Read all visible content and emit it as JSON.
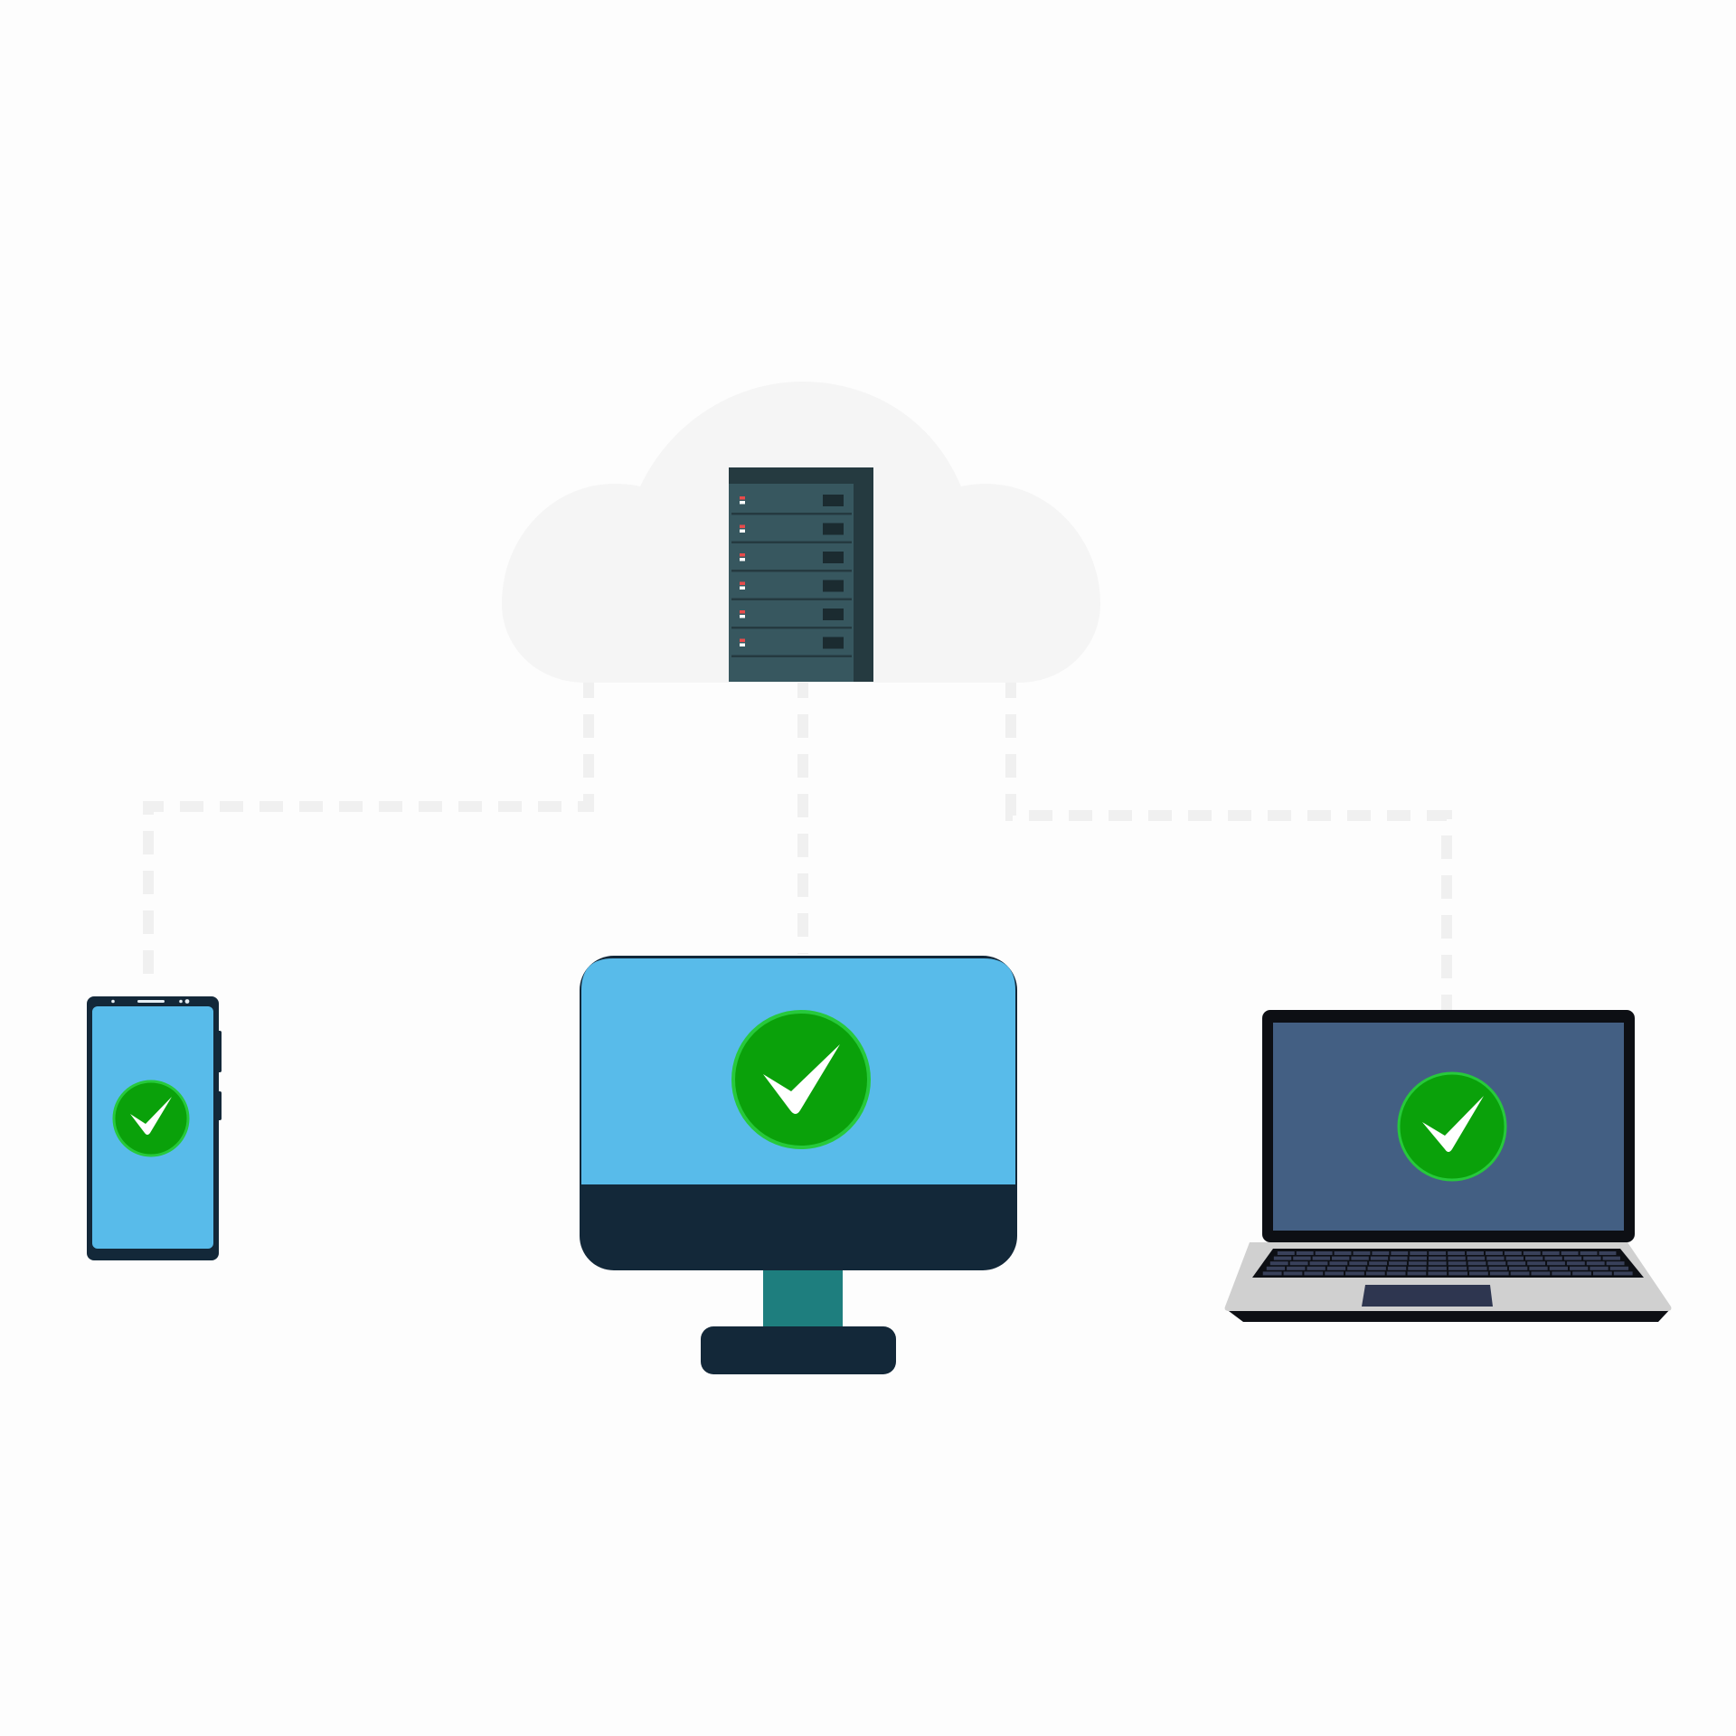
{
  "colors": {
    "background": "#fdfdfd",
    "cloud": "#f5f5f5",
    "connector": "#f0f0f0",
    "server_body": "#37575f",
    "server_frame": "#253a40",
    "server_slot": "#1b2b30",
    "led_red": "#e84b4b",
    "led_white": "#ffffff",
    "screen_blue": "#58bbea",
    "dark_navy": "#132839",
    "stand_teal": "#1e7e7e",
    "laptop_screen": "#435f83",
    "laptop_bezel": "#0d0f14",
    "laptop_deck": "#d0d0d0",
    "check_green": "#0aa10a",
    "check_ring": "#27c93b",
    "check_mark": "#ffffff"
  },
  "cloud": {
    "icon": "cloud-icon",
    "server": {
      "icon": "server-rack-icon",
      "unit_count": 6
    }
  },
  "devices": [
    {
      "id": "phone",
      "icon": "smartphone-icon",
      "status": "ok",
      "status_icon": "checkmark-icon"
    },
    {
      "id": "desktop",
      "icon": "desktop-monitor-icon",
      "status": "ok",
      "status_icon": "checkmark-icon"
    },
    {
      "id": "laptop",
      "icon": "laptop-icon",
      "status": "ok",
      "status_icon": "checkmark-icon"
    }
  ],
  "connections": [
    {
      "from": "cloud",
      "to": "phone",
      "style": "dashed"
    },
    {
      "from": "cloud",
      "to": "desktop",
      "style": "dashed"
    },
    {
      "from": "cloud",
      "to": "laptop",
      "style": "dashed"
    }
  ]
}
